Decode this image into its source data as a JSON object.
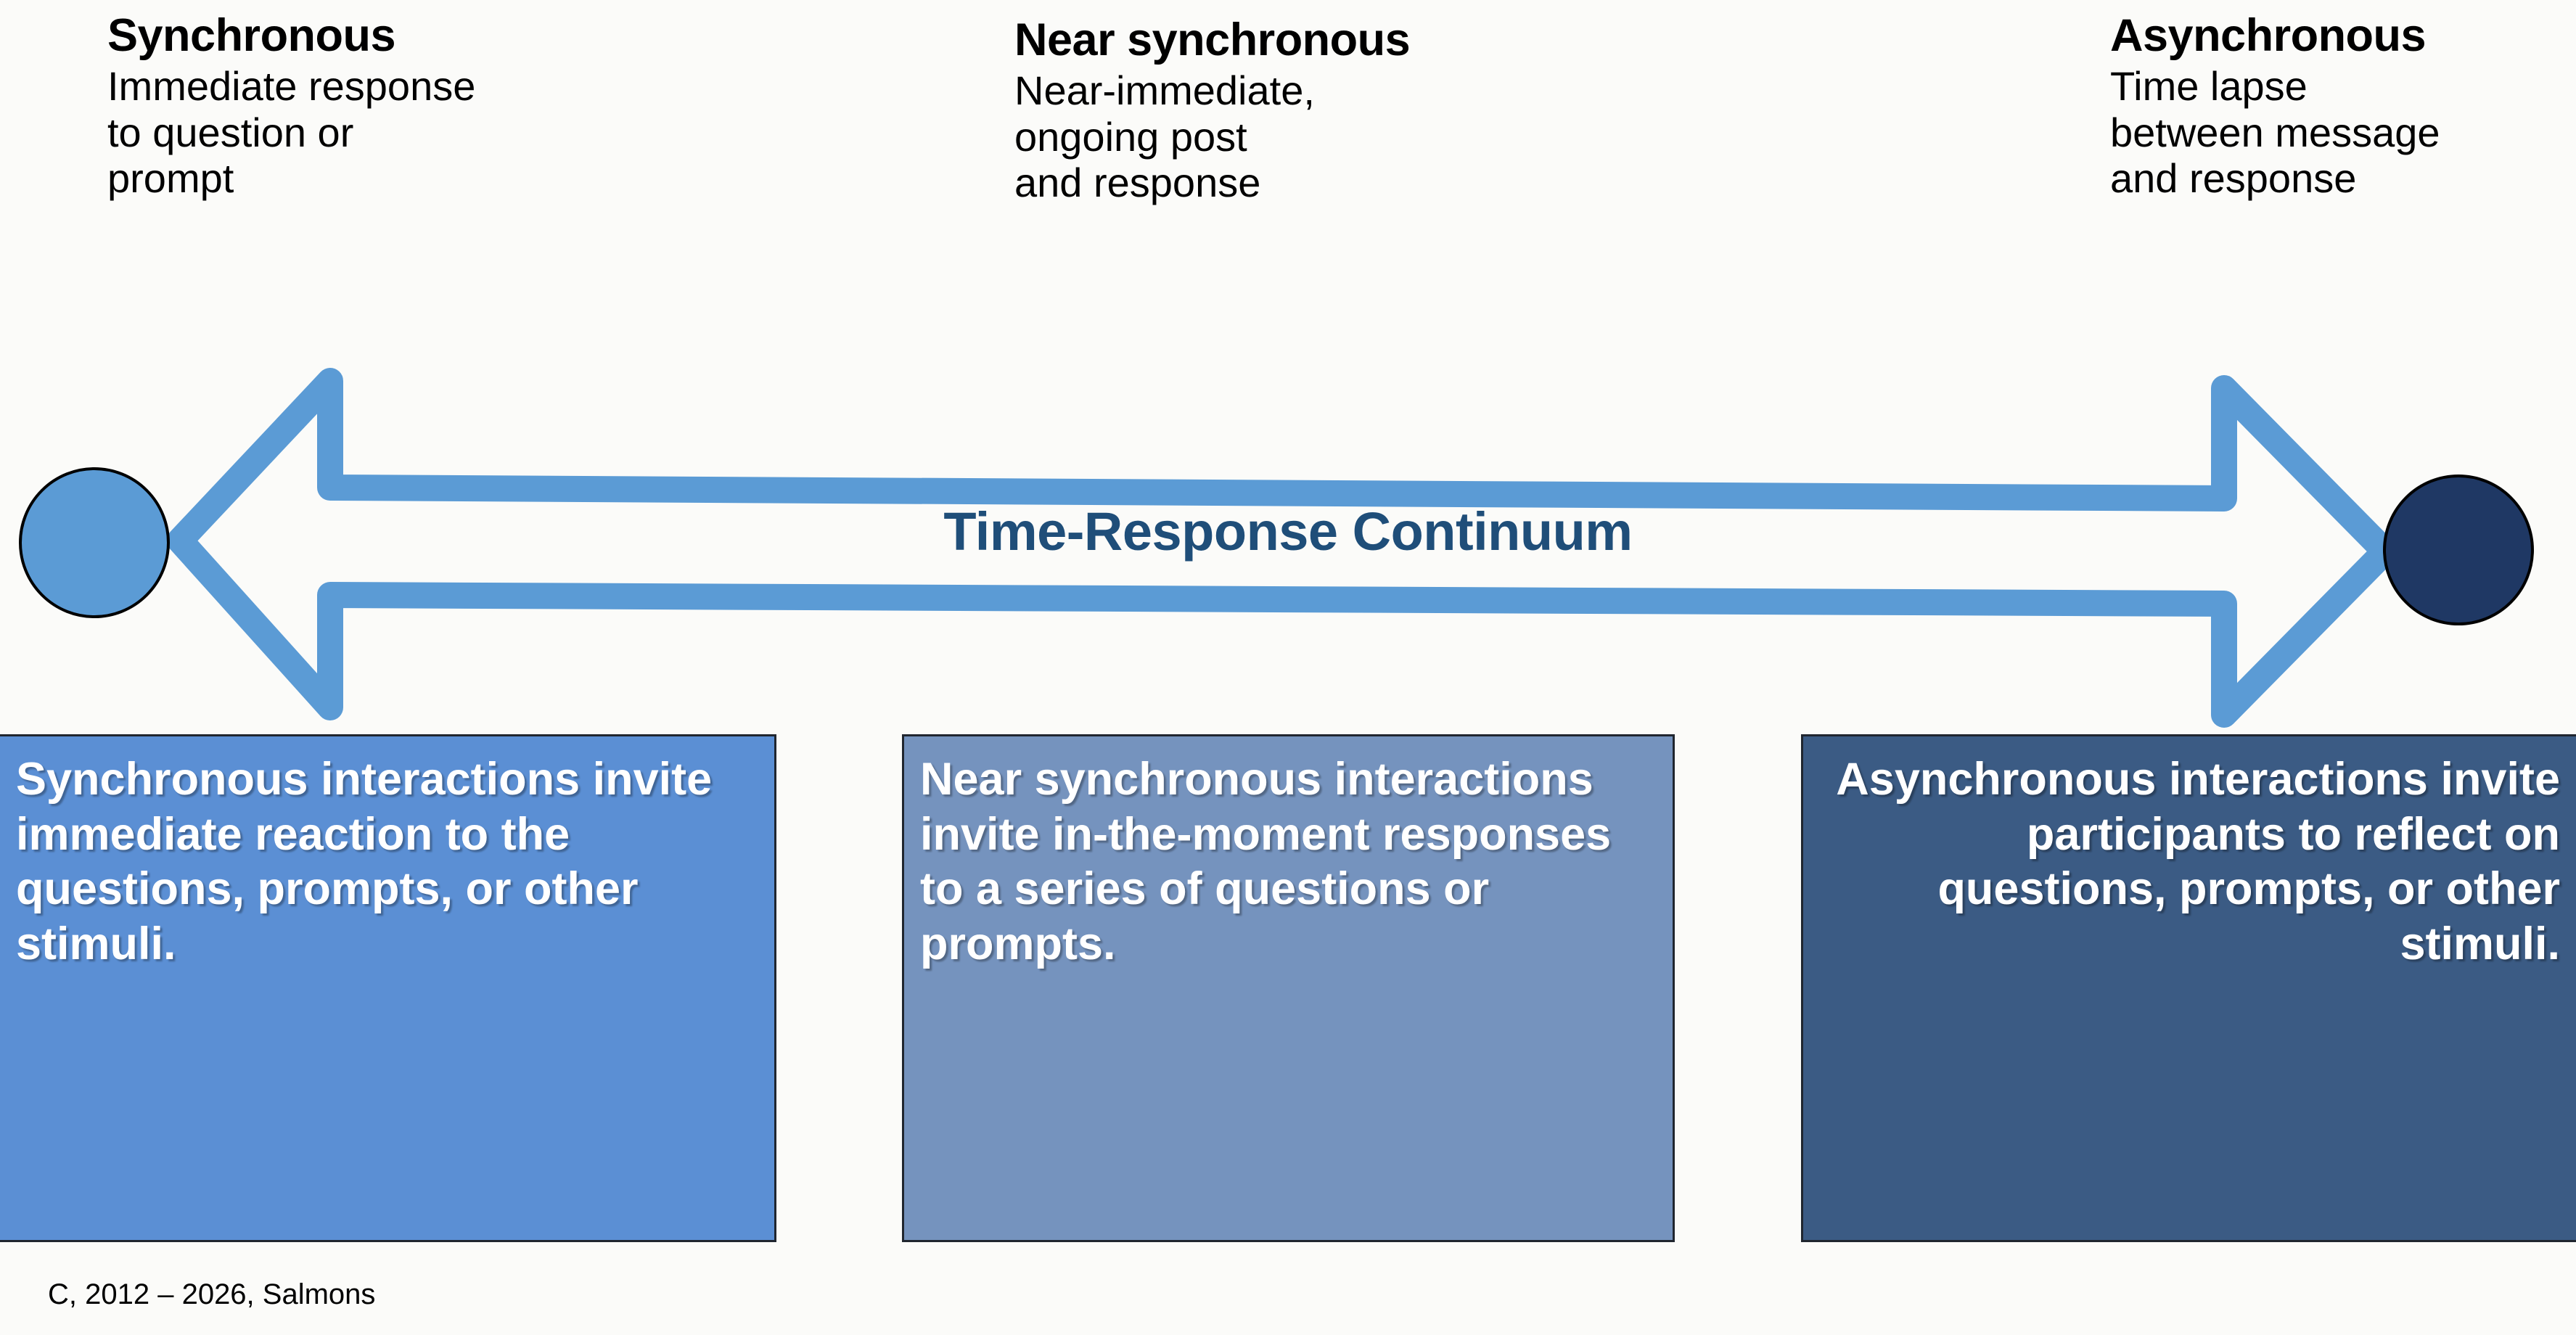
{
  "background_color": "#FBFBF9",
  "accent_colors": {
    "arrow_stroke": "#5B9BD5",
    "label_navy": "#1F4E79",
    "dot_light": "#5B9BD5",
    "dot_dark": "#1F3864",
    "box_sync": "#5B8FD4",
    "box_near": "#7593BE",
    "box_async": "#3B5B84",
    "box_border": "#20262F",
    "dot_outline": "#000000"
  },
  "headers": [
    {
      "title": "Synchronous",
      "lines": [
        "Immediate response",
        "to question or",
        "prompt"
      ]
    },
    {
      "title": "Near synchronous",
      "lines": [
        "Near-immediate,",
        "ongoing post",
        "and response"
      ]
    },
    {
      "title": "Asynchronous",
      "lines": [
        "Time lapse",
        "between message",
        "and response"
      ]
    }
  ],
  "continuum": {
    "label": "Time-Response Continuum",
    "left_endpoint_name": "synchronous-end",
    "right_endpoint_name": "asynchronous-end"
  },
  "boxes": [
    {
      "id": "sync",
      "text": "Synchronous interactions invite immediate reaction to the questions, prompts, or other stimuli.",
      "align": "left"
    },
    {
      "id": "near",
      "text": "Near synchronous interactions invite in-the-moment responses to a series of questions or prompts.",
      "align": "left"
    },
    {
      "id": "async",
      "text": "Asynchronous interactions invite participants to reflect on questions, prompts, or other stimuli.",
      "align": "right"
    }
  ],
  "footer": "C, 2012 – 2026, Salmons"
}
